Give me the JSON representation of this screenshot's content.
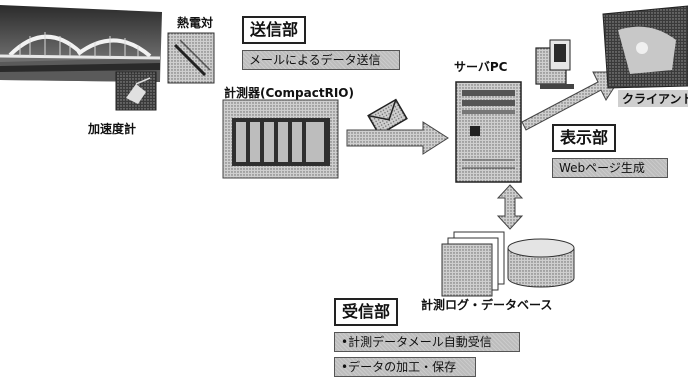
{
  "labels": {
    "thermocouple": "熱電対",
    "accelerometer": "加速度計",
    "instrument": "計測器(CompactRIO)",
    "server": "サーバPC",
    "client": "クライアント",
    "database": "計測ログ・データベース"
  },
  "sections": {
    "send": {
      "title": "送信部",
      "items": [
        "メールによるデータ送信"
      ]
    },
    "display": {
      "title": "表示部",
      "items": [
        "Webページ生成"
      ]
    },
    "receive": {
      "title": "受信部",
      "items": [
        "•計測データメール自動受信",
        "•データの加工・保存"
      ]
    }
  },
  "icons": {
    "bridge": "bridge-photo-icon",
    "thermocouple": "thermocouple-photo-icon",
    "accelerometer": "accelerometer-photo-icon",
    "instrument": "compactrio-photo-icon",
    "mail": "envelope-icon",
    "server": "server-tower-icon",
    "client_pc": "client-pc-icon",
    "client_screen": "client-screenshot-icon",
    "database": "database-icon"
  }
}
